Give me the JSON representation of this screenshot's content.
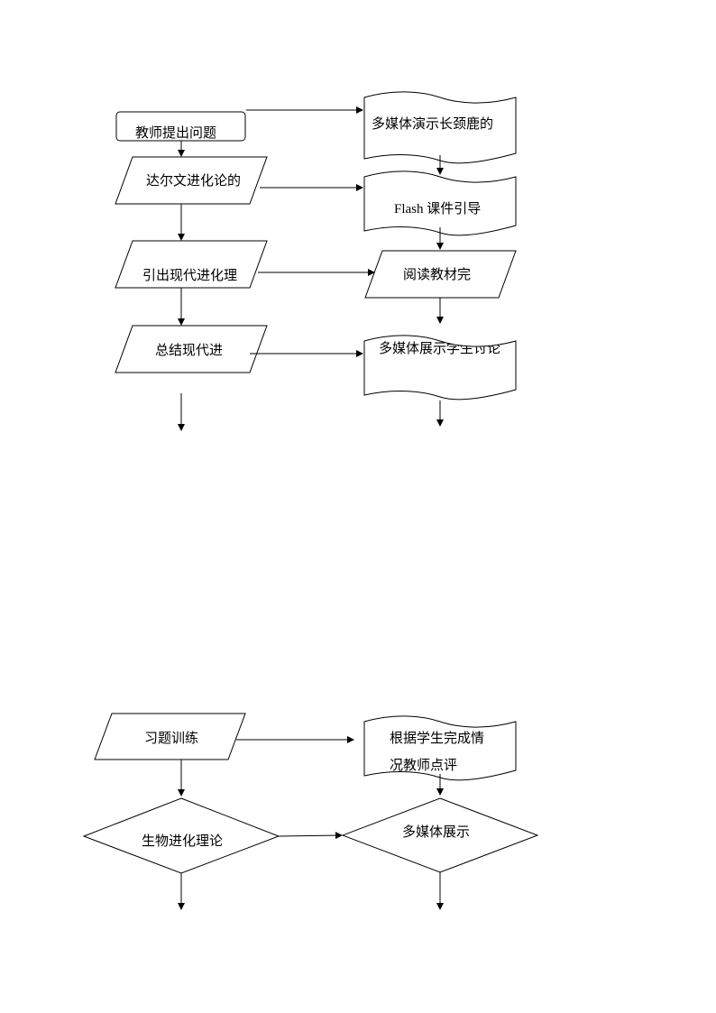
{
  "flowchart": {
    "left_column": {
      "step1": "教师提出问题",
      "step2": "达尔文进化论的",
      "step3": "引出现代进化理",
      "step4": "总结现代进"
    },
    "right_column": {
      "step1": "多媒体演示长颈鹿的",
      "step2": "Flash 课件引导",
      "step3": "阅读教材完",
      "step4": "多媒体展示学生讨论"
    },
    "bottom_left": {
      "step1": "习题训练",
      "step2": "生物进化理论"
    },
    "bottom_right": {
      "step1_line1": "根据学生完成情",
      "step1_line2": "况教师点评",
      "step2": "多媒体展示"
    }
  }
}
